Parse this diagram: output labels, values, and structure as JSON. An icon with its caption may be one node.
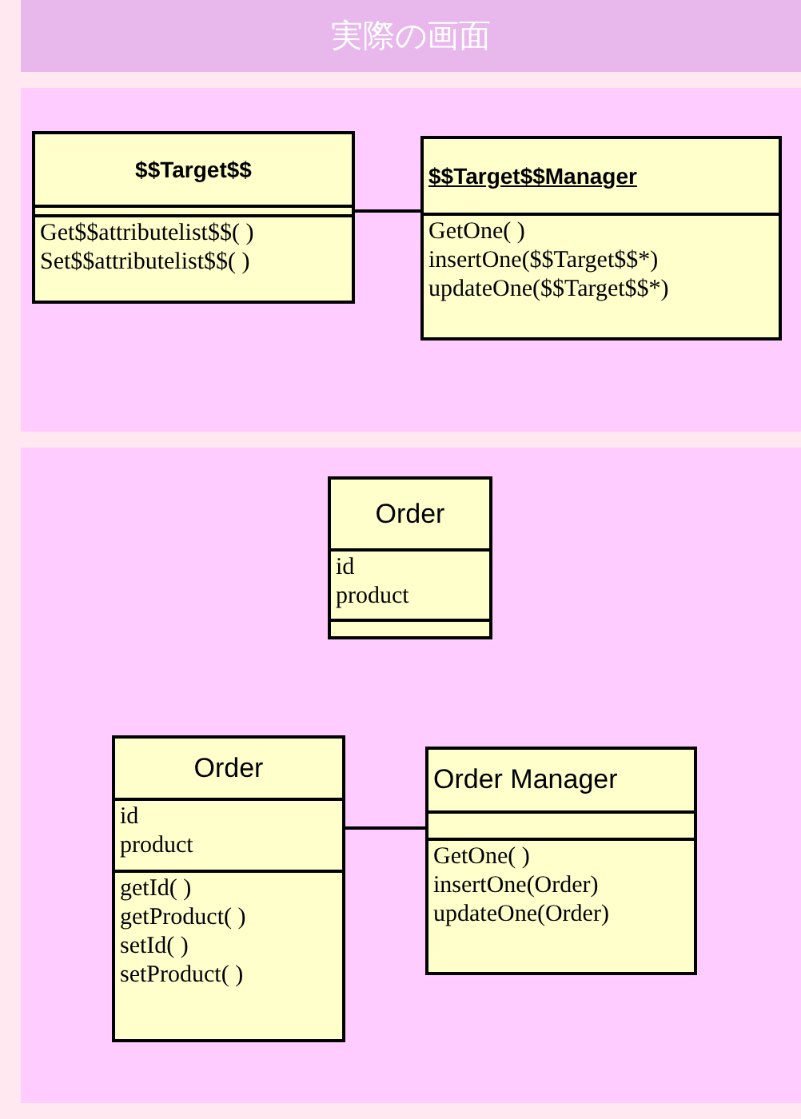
{
  "diagram": {
    "title": "実際の画面",
    "nodes": [
      {
        "text": [
          "$$Target$$",
          "Get$$attributelist$$( )",
          "Set$$attributelist$$( )"
        ]
      },
      {
        "text": [
          "$$Target$$Manager",
          "GetOne( )",
          "insertOne($$Target$$*)",
          "updateOne($$Target$$*)"
        ]
      },
      {
        "text": [
          "Order",
          "id",
          "product"
        ]
      },
      {
        "text": [
          "Order",
          "id",
          "product",
          "getId( )",
          "getProduct( )",
          "setId( )",
          "setProduct( )"
        ]
      },
      {
        "text": [
          "Order Manager",
          "GetOne( )",
          "insertOne(Order)",
          "updateOne(Order)"
        ]
      }
    ],
    "edges": [
      {
        "from": 0,
        "to": 1,
        "arrow": "none"
      },
      {
        "from": 3,
        "to": 4,
        "arrow": "none"
      }
    ]
  }
}
